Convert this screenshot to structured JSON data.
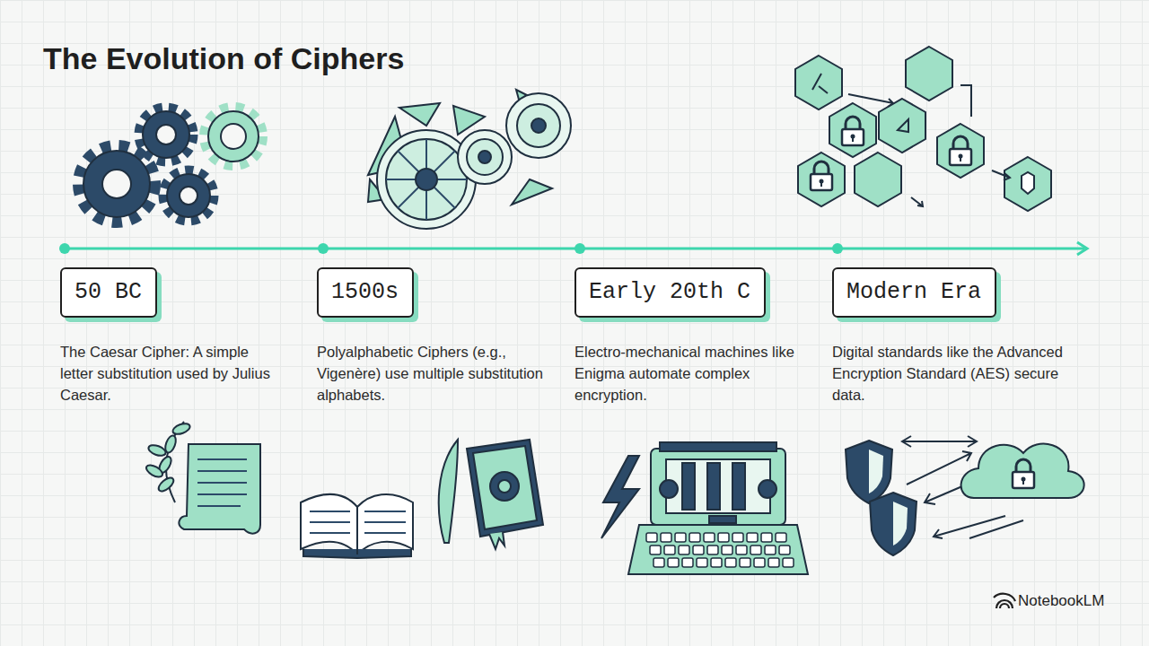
{
  "diagram": {
    "title": "The Evolution of Ciphers",
    "nodes": [
      {
        "text": [
          "50 BC"
        ]
      },
      {
        "text": [
          "1500s"
        ]
      },
      {
        "text": [
          "Early 20th C"
        ]
      },
      {
        "text": [
          "Modern Era"
        ]
      }
    ],
    "labels": [
      "The Caesar Cipher: A simple letter substitution used by Julius Caesar.",
      "Polyalphabetic Ciphers (e.g., Vigenère) use multiple substitution alphabets.",
      "Electro-mechanical machines like Enigma automate complex encryption.",
      "Digital standards like the Advanced Encryption Standard (AES) secure data.",
      "NotebookLM"
    ]
  }
}
